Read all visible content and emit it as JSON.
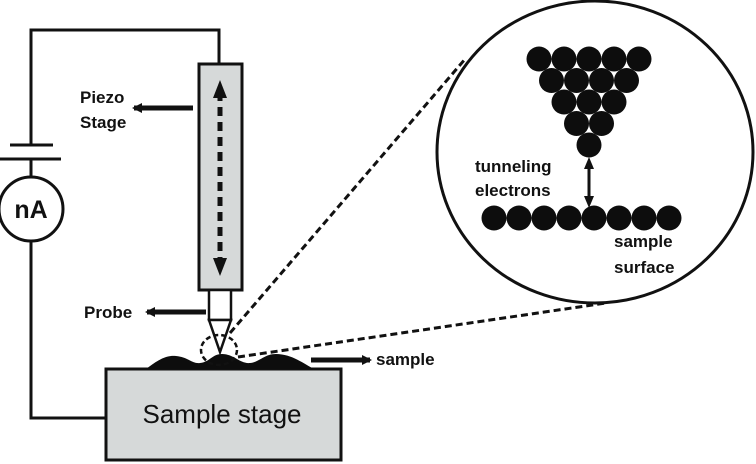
{
  "diagram": {
    "type": "Scanning tunneling microscope schematic",
    "labels": {
      "piezo_line1": "Piezo",
      "piezo_line2": "Stage",
      "probe": "Probe",
      "sample": "sample",
      "sample_stage": "Sample stage",
      "ammeter": "nA",
      "tunneling_line1": "tunneling",
      "tunneling_line2": "electrons",
      "surface_line1": "sample",
      "surface_line2": "surface"
    },
    "colors": {
      "stroke": "#111111",
      "component_fill": "#d6d9d9",
      "atom_fill": "#0d0d0d",
      "background": "#ffffff"
    },
    "inset": {
      "tip_atom_rows": [
        5,
        4,
        3,
        2,
        1
      ],
      "surface_atom_count": 8
    }
  }
}
